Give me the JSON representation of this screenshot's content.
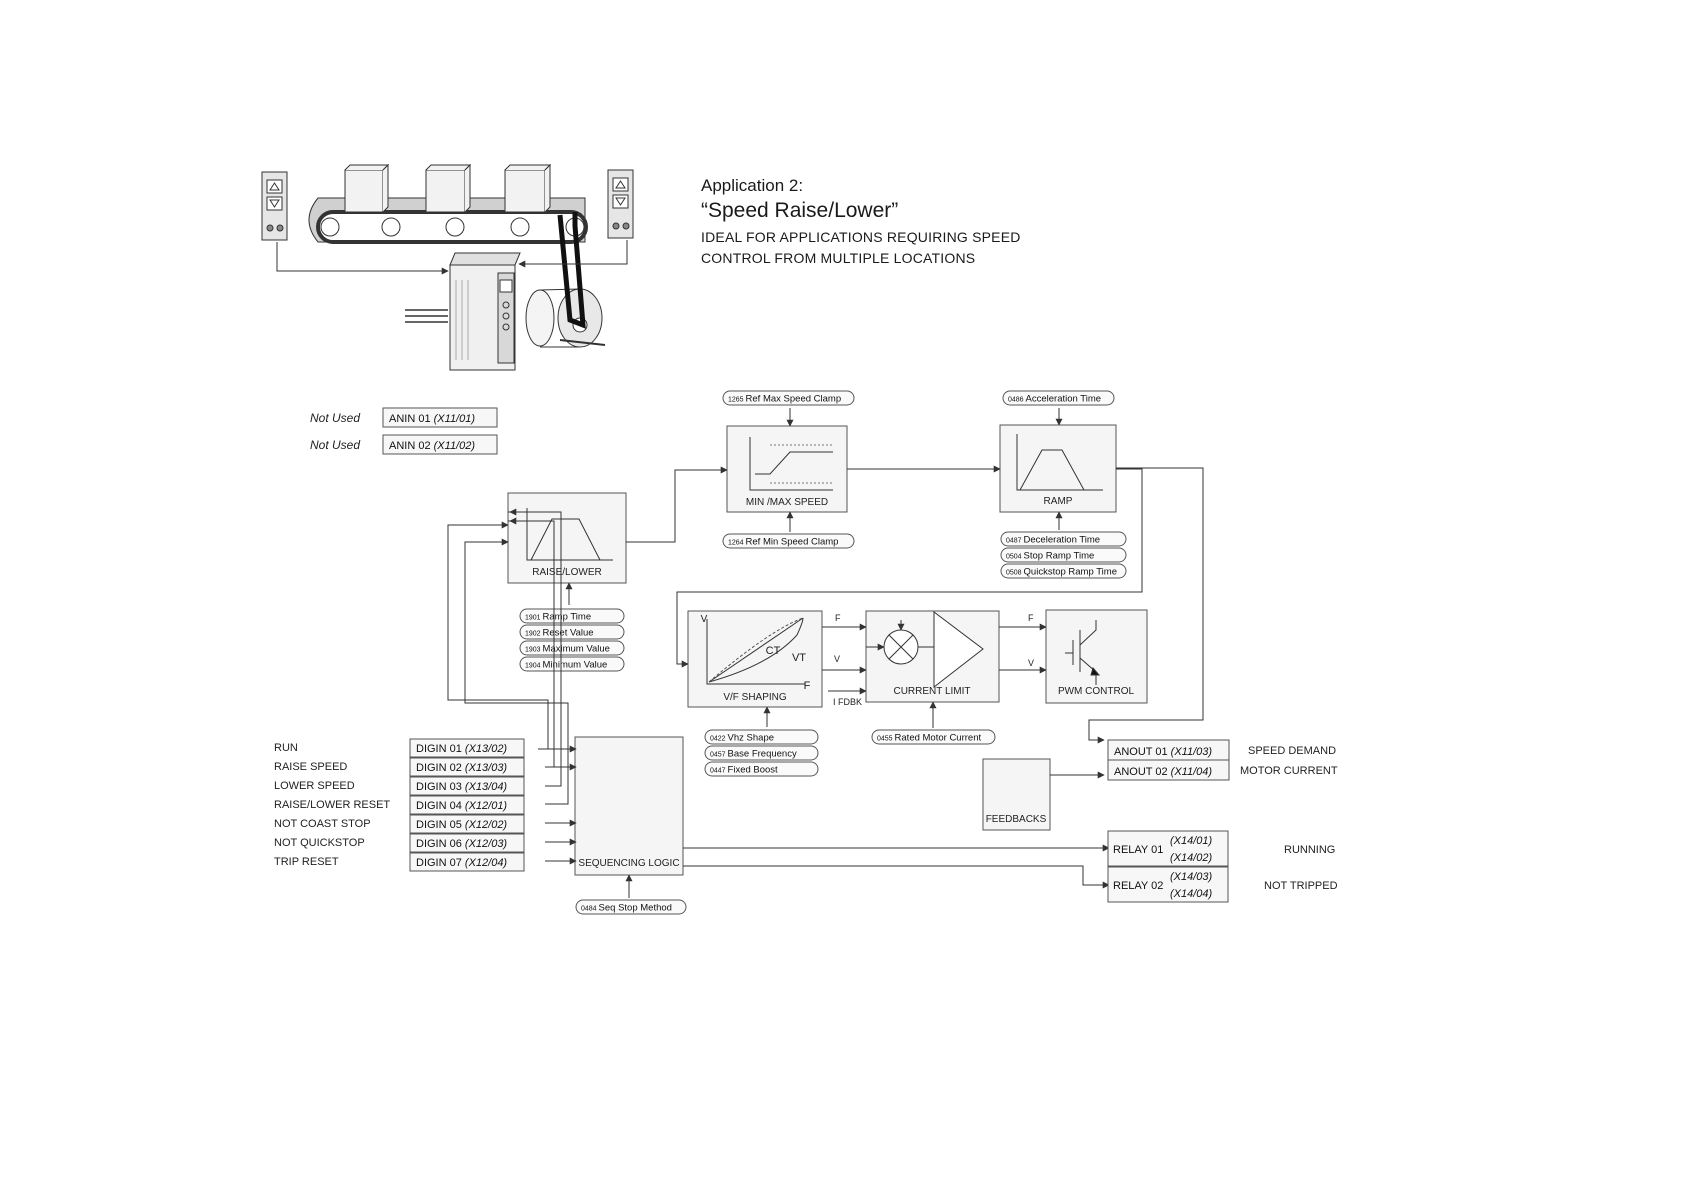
{
  "header": {
    "line1": "Application 2:",
    "line2": "“Speed Raise/Lower”",
    "line3": "IDEAL FOR APPLICATIONS REQUIRING SPEED",
    "line4": "CONTROL FROM MULTIPLE LOCATIONS"
  },
  "analog_inputs": [
    {
      "status": "Not Used",
      "name": "ANIN 01",
      "terminal": "(X11/01)"
    },
    {
      "status": "Not Used",
      "name": "ANIN 02",
      "terminal": "(X11/02)"
    }
  ],
  "digital_inputs": [
    {
      "label": "RUN",
      "name": "DIGIN 01",
      "terminal": "(X13/02)"
    },
    {
      "label": "RAISE SPEED",
      "name": "DIGIN 02",
      "terminal": "(X13/03)"
    },
    {
      "label": "LOWER SPEED",
      "name": "DIGIN 03",
      "terminal": "(X13/04)"
    },
    {
      "label": "RAISE/LOWER RESET",
      "name": "DIGIN 04",
      "terminal": "(X12/01)"
    },
    {
      "label": "NOT COAST STOP",
      "name": "DIGIN 05",
      "terminal": "(X12/02)"
    },
    {
      "label": "NOT QUICKSTOP",
      "name": "DIGIN 06",
      "terminal": "(X12/03)"
    },
    {
      "label": "TRIP RESET",
      "name": "DIGIN 07",
      "terminal": "(X12/04)"
    }
  ],
  "blocks": {
    "raise_lower": "RAISE/LOWER",
    "minmax": "MIN /MAX SPEED",
    "ramp": "RAMP",
    "vf": "V/F SHAPING",
    "current_limit": "CURRENT LIMIT",
    "pwm": "PWM CONTROL",
    "feedbacks": "FEEDBACKS",
    "sequencing": "SEQUENCING LOGIC"
  },
  "params": {
    "max_clamp": {
      "num": "1265",
      "name": "Ref Max Speed Clamp"
    },
    "min_clamp": {
      "num": "1264",
      "name": "Ref Min Speed Clamp"
    },
    "accel": {
      "num": "0486",
      "name": "Acceleration Time"
    },
    "ramp_params": [
      {
        "num": "0487",
        "name": "Deceleration Time"
      },
      {
        "num": "0504",
        "name": "Stop Ramp Time"
      },
      {
        "num": "0508",
        "name": "Quickstop Ramp Time"
      }
    ],
    "raise_params": [
      {
        "num": "1901",
        "name": "Ramp Time"
      },
      {
        "num": "1902",
        "name": "Reset Value"
      },
      {
        "num": "1903",
        "name": "Maximum Value"
      },
      {
        "num": "1904",
        "name": "Minimum Value"
      }
    ],
    "vf_params": [
      {
        "num": "0422",
        "name": "Vhz Shape"
      },
      {
        "num": "0457",
        "name": "Base Frequency"
      },
      {
        "num": "0447",
        "name": "Fixed Boost"
      }
    ],
    "motor_current": {
      "num": "0455",
      "name": "Rated Motor Current"
    },
    "seq_stop": {
      "num": "0484",
      "name": "Seq Stop Method"
    }
  },
  "signals": {
    "f": "F",
    "v": "V",
    "ifdbk": "I FDBK",
    "ct": "CT",
    "vt": "VT"
  },
  "analog_outputs": [
    {
      "name": "ANOUT 01",
      "terminal": "(X11/03)",
      "label": "SPEED DEMAND"
    },
    {
      "name": "ANOUT 02",
      "terminal": "(X11/04)",
      "label": "MOTOR CURRENT"
    }
  ],
  "relays": [
    {
      "name": "RELAY 01",
      "t1": "(X14/01)",
      "t2": "(X14/02)",
      "label": "RUNNING"
    },
    {
      "name": "RELAY 02",
      "t1": "(X14/03)",
      "t2": "(X14/04)",
      "label": "NOT TRIPPED"
    }
  ]
}
